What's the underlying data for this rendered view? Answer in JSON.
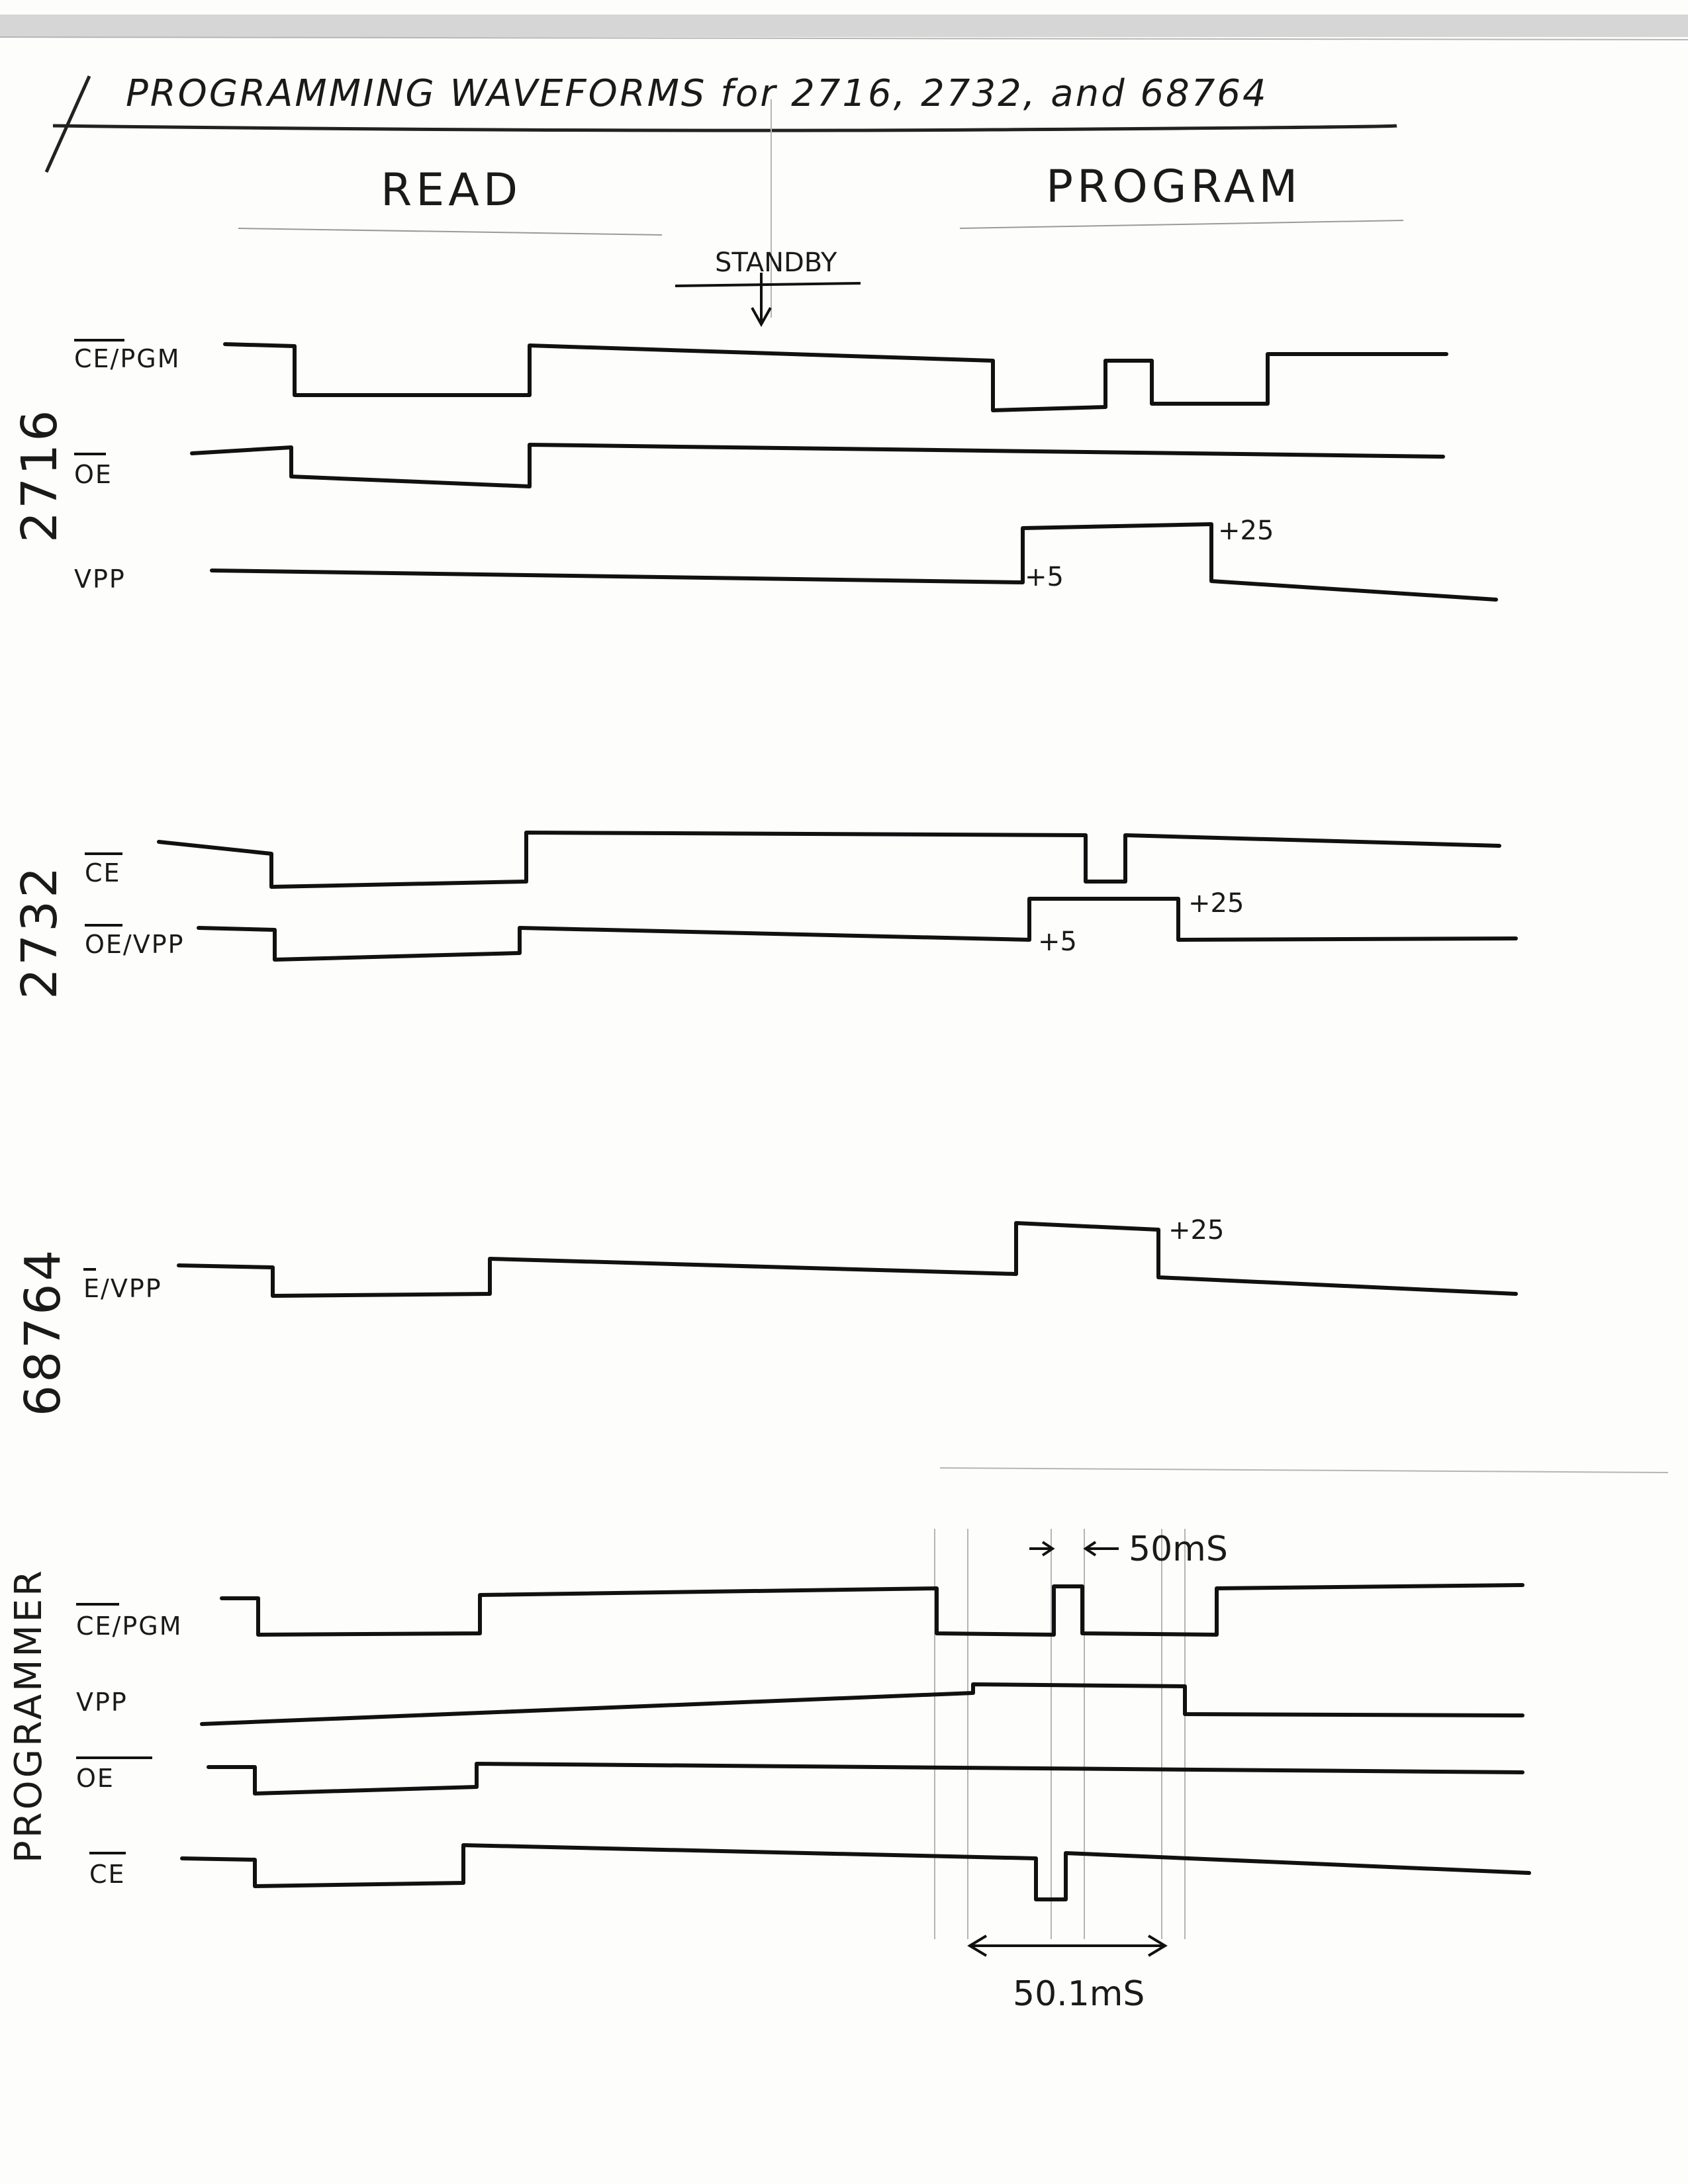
{
  "title": "PROGRAMMING WAVEFORMS for 2716, 2732, and 68764",
  "sections": {
    "read": "READ",
    "program": "PROGRAM",
    "standby": "STANDBY"
  },
  "chips": [
    {
      "name": "2716",
      "signals": [
        {
          "label_over": "CE",
          "label_rest": "/PGM"
        },
        {
          "label_over": "OE",
          "label_rest": ""
        },
        {
          "label_over": "",
          "label_rest": "VPP"
        }
      ],
      "annotations": [
        "+5",
        "+25"
      ]
    },
    {
      "name": "2732",
      "signals": [
        {
          "label_over": "CE",
          "label_rest": ""
        },
        {
          "label_over": "OE",
          "label_rest": "/VPP"
        }
      ],
      "annotations": [
        "+5",
        "+25"
      ]
    },
    {
      "name": "68764",
      "signals": [
        {
          "label_over": "E",
          "label_rest": "/VPP"
        }
      ],
      "annotations": [
        "+25"
      ]
    },
    {
      "name": "PROGRAMMER",
      "signals": [
        {
          "label_over": "CE",
          "label_rest": "/PGM"
        },
        {
          "label_over": "",
          "label_rest": "VPP"
        },
        {
          "label_over": "OE",
          "label_rest": ""
        },
        {
          "label_over": "CE",
          "label_rest": ""
        }
      ],
      "annotations": []
    }
  ],
  "timing": {
    "pulse_width": "50mS",
    "span": "50.1mS"
  }
}
